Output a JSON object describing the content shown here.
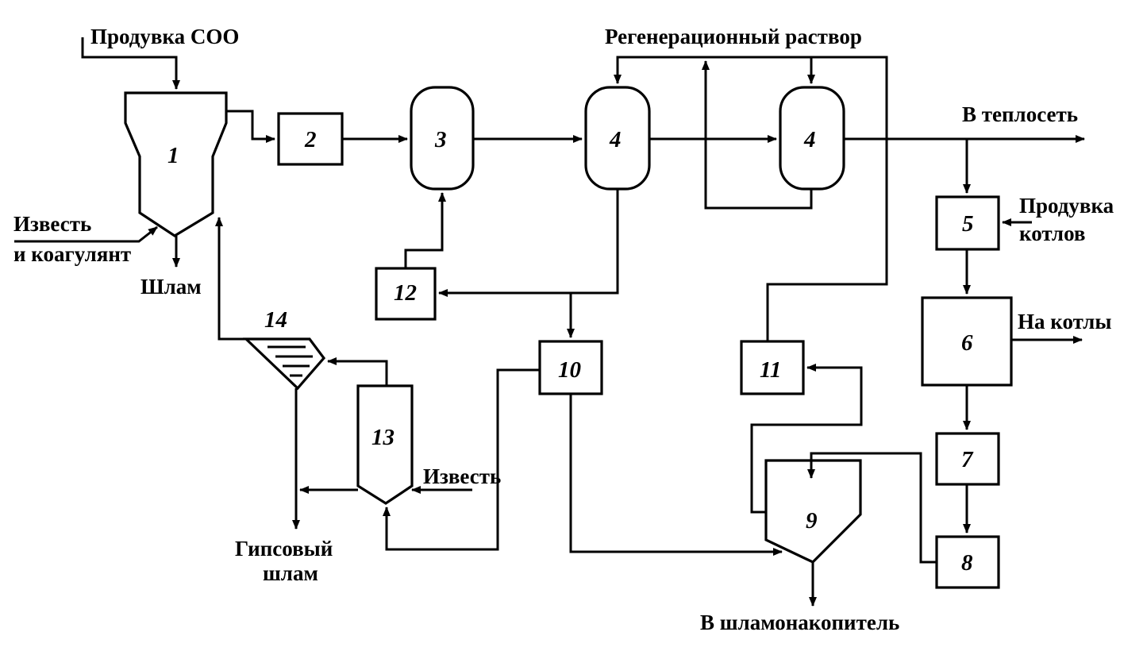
{
  "labels": {
    "purge_coo": "Продувка СОО",
    "regen_solution": "Регенерационный раствор",
    "to_heating": "В теплосеть",
    "boiler_purge_1": "Продувка",
    "boiler_purge_2": "котлов",
    "lime_coag_1": "Известь",
    "lime_coag_2": "и коагулянт",
    "sludge": "Шлам",
    "to_boilers": "На котлы",
    "lime": "Известь",
    "gypsum_1": "Гипсовый",
    "gypsum_2": "шлам",
    "to_sludge_storage": "В шламонакопитель"
  },
  "units": {
    "u1": "1",
    "u2": "2",
    "u3": "3",
    "u4a": "4",
    "u4b": "4",
    "u5": "5",
    "u6": "6",
    "u7": "7",
    "u8": "8",
    "u9": "9",
    "u10": "10",
    "u11": "11",
    "u12": "12",
    "u13": "13",
    "u14": "14"
  }
}
